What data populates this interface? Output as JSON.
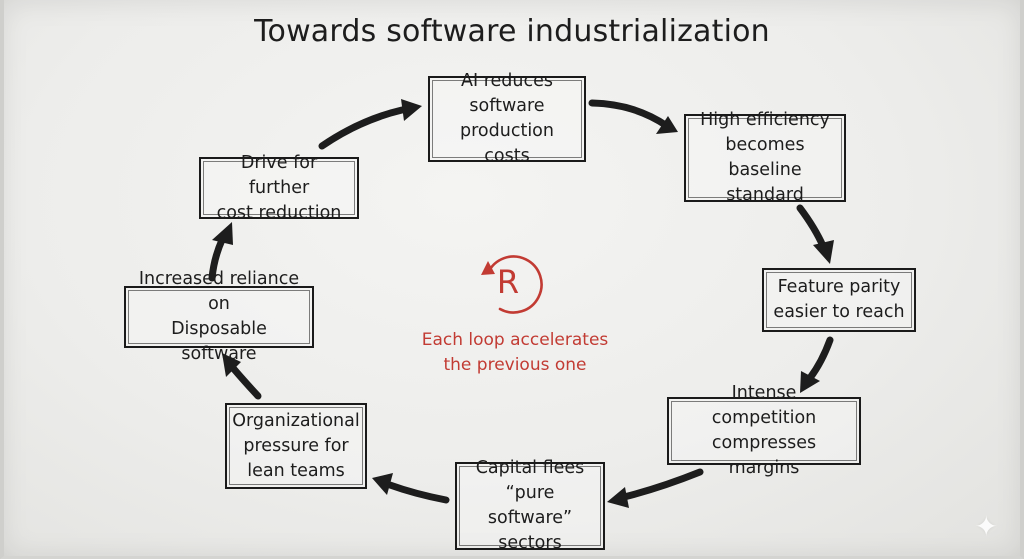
{
  "diagram": {
    "title": "Towards software industrialization",
    "nodes": [
      {
        "id": "ai",
        "text": "AI reduces\nsoftware\nproduction costs"
      },
      {
        "id": "efficiency",
        "text": "High efficiency\nbecomes baseline\nstandard"
      },
      {
        "id": "parity",
        "text": "Feature parity\neasier to reach"
      },
      {
        "id": "competition",
        "text": "Intense competition\ncompresses margins"
      },
      {
        "id": "capital",
        "text": "Capital flees\n“pure software”\nsectors"
      },
      {
        "id": "org",
        "text": "Organizational\npressure for\nlean teams"
      },
      {
        "id": "reliance",
        "text": "Increased reliance on\nDisposable software"
      },
      {
        "id": "drive",
        "text": "Drive for further\ncost reduction"
      }
    ],
    "edges": [
      {
        "from": "ai",
        "to": "efficiency"
      },
      {
        "from": "efficiency",
        "to": "parity"
      },
      {
        "from": "parity",
        "to": "competition"
      },
      {
        "from": "competition",
        "to": "capital"
      },
      {
        "from": "capital",
        "to": "org"
      },
      {
        "from": "org",
        "to": "reliance"
      },
      {
        "from": "reliance",
        "to": "drive"
      },
      {
        "from": "drive",
        "to": "ai"
      }
    ],
    "loop_marker": {
      "letter": "R",
      "caption": "Each loop accelerates\nthe previous one"
    }
  },
  "colors": {
    "ink": "#1d1d1d",
    "accent": "#c23b33",
    "board": "#eeeeec"
  },
  "icons": {
    "loop": "reinforcing-loop-icon",
    "watermark": "sparkle-icon"
  }
}
